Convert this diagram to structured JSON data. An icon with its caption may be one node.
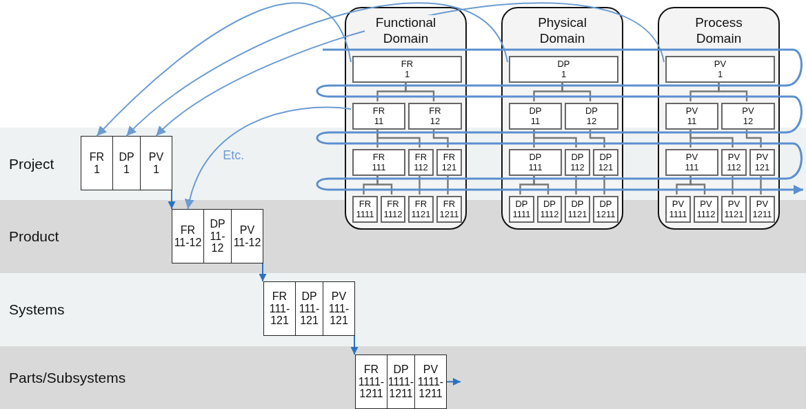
{
  "diagram": {
    "nodes": [
      {
        "text": [
          "Functional Domain"
        ]
      },
      {
        "text": [
          "FR",
          "1"
        ],
        "in": 0
      },
      {
        "text": [
          "FR",
          "11"
        ],
        "in": 0
      },
      {
        "text": [
          "FR",
          "12"
        ],
        "in": 0
      },
      {
        "text": [
          "FR",
          "111"
        ],
        "in": 0
      },
      {
        "text": [
          "FR",
          "112"
        ],
        "in": 0
      },
      {
        "text": [
          "FR",
          "121"
        ],
        "in": 0
      },
      {
        "text": [
          "FR",
          "1111"
        ],
        "in": 0
      },
      {
        "text": [
          "FR",
          "1112"
        ],
        "in": 0
      },
      {
        "text": [
          "FR",
          "1121"
        ],
        "in": 0
      },
      {
        "text": [
          "FR",
          "1211"
        ],
        "in": 0
      },
      {
        "text": [
          "Physical Domain"
        ]
      },
      {
        "text": [
          "DP",
          "1"
        ],
        "in": 11
      },
      {
        "text": [
          "DP",
          "11"
        ],
        "in": 11
      },
      {
        "text": [
          "DP",
          "12"
        ],
        "in": 11
      },
      {
        "text": [
          "DP",
          "111"
        ],
        "in": 11
      },
      {
        "text": [
          "DP",
          "112"
        ],
        "in": 11
      },
      {
        "text": [
          "DP",
          "121"
        ],
        "in": 11
      },
      {
        "text": [
          "DP",
          "1111"
        ],
        "in": 11
      },
      {
        "text": [
          "DP",
          "1112"
        ],
        "in": 11
      },
      {
        "text": [
          "DP",
          "1121"
        ],
        "in": 11
      },
      {
        "text": [
          "DP",
          "1211"
        ],
        "in": 11
      },
      {
        "text": [
          "Process Domain"
        ]
      },
      {
        "text": [
          "PV",
          "1"
        ],
        "in": 22
      },
      {
        "text": [
          "PV",
          "11"
        ],
        "in": 22
      },
      {
        "text": [
          "PV",
          "12"
        ],
        "in": 22
      },
      {
        "text": [
          "PV",
          "111"
        ],
        "in": 22
      },
      {
        "text": [
          "PV",
          "112"
        ],
        "in": 22
      },
      {
        "text": [
          "PV",
          "121"
        ],
        "in": 22
      },
      {
        "text": [
          "PV",
          "1111"
        ],
        "in": 22
      },
      {
        "text": [
          "PV",
          "1112"
        ],
        "in": 22
      },
      {
        "text": [
          "PV",
          "1121"
        ],
        "in": 22
      },
      {
        "text": [
          "PV",
          "1211"
        ],
        "in": 22
      },
      {
        "text": [
          "Project"
        ]
      },
      {
        "text": [
          "FR",
          "1"
        ],
        "in": 33
      },
      {
        "text": [
          "DP",
          "1"
        ],
        "in": 33
      },
      {
        "text": [
          "PV",
          "1"
        ],
        "in": 33
      },
      {
        "text": [
          "Product"
        ]
      },
      {
        "text": [
          "FR",
          "11-12"
        ],
        "in": 37
      },
      {
        "text": [
          "DP",
          "11-12"
        ],
        "in": 37
      },
      {
        "text": [
          "PV",
          "11-12"
        ],
        "in": 37
      },
      {
        "text": [
          "Systems"
        ]
      },
      {
        "text": [
          "FR",
          "111-121"
        ],
        "in": 41
      },
      {
        "text": [
          "DP",
          "111-121"
        ],
        "in": 41
      },
      {
        "text": [
          "PV",
          "111-121"
        ],
        "in": 41
      },
      {
        "text": [
          "Parts/Subsystems"
        ]
      },
      {
        "text": [
          "FR",
          "1111-1211"
        ],
        "in": 45
      },
      {
        "text": [
          "DP",
          "1111-1211"
        ],
        "in": 45
      },
      {
        "text": [
          "PV",
          "1111-1211"
        ],
        "in": 45
      }
    ],
    "edges": [
      {
        "from": 1,
        "to": 2,
        "arrow": "none"
      },
      {
        "from": 1,
        "to": 3,
        "arrow": "none"
      },
      {
        "from": 2,
        "to": 4,
        "arrow": "none"
      },
      {
        "from": 2,
        "to": 5,
        "arrow": "none"
      },
      {
        "from": 3,
        "to": 6,
        "arrow": "none"
      },
      {
        "from": 4,
        "to": 7,
        "arrow": "none"
      },
      {
        "from": 4,
        "to": 8,
        "arrow": "none"
      },
      {
        "from": 5,
        "to": 9,
        "arrow": "none"
      },
      {
        "from": 6,
        "to": 10,
        "arrow": "none"
      },
      {
        "from": 12,
        "to": 13,
        "arrow": "none"
      },
      {
        "from": 12,
        "to": 14,
        "arrow": "none"
      },
      {
        "from": 13,
        "to": 15,
        "arrow": "none"
      },
      {
        "from": 13,
        "to": 16,
        "arrow": "none"
      },
      {
        "from": 14,
        "to": 17,
        "arrow": "none"
      },
      {
        "from": 15,
        "to": 18,
        "arrow": "none"
      },
      {
        "from": 15,
        "to": 19,
        "arrow": "none"
      },
      {
        "from": 16,
        "to": 20,
        "arrow": "none"
      },
      {
        "from": 17,
        "to": 21,
        "arrow": "none"
      },
      {
        "from": 23,
        "to": 24,
        "arrow": "none"
      },
      {
        "from": 23,
        "to": 25,
        "arrow": "none"
      },
      {
        "from": 24,
        "to": 26,
        "arrow": "none"
      },
      {
        "from": 24,
        "to": 27,
        "arrow": "none"
      },
      {
        "from": 25,
        "to": 28,
        "arrow": "none"
      },
      {
        "from": 26,
        "to": 29,
        "arrow": "none"
      },
      {
        "from": 26,
        "to": 30,
        "arrow": "none"
      },
      {
        "from": 27,
        "to": 31,
        "arrow": "none"
      },
      {
        "from": 28,
        "to": 32,
        "arrow": "none"
      },
      {
        "from": 1,
        "to": 34,
        "arrow": "to",
        "color": "#6b9bd2"
      },
      {
        "from": 12,
        "to": 35,
        "arrow": "to",
        "color": "#6b9bd2"
      },
      {
        "from": 23,
        "to": 36,
        "arrow": "to",
        "color": "#6b9bd2"
      },
      {
        "from": 2,
        "to": 38,
        "arrow": "to",
        "label": "Etc.",
        "color": "#6b9bd2"
      },
      {
        "from": 36,
        "to": 38,
        "arrow": "to",
        "color": "#2a72c0"
      },
      {
        "from": 40,
        "to": 42,
        "arrow": "to",
        "color": "#2a72c0"
      },
      {
        "from": 44,
        "to": 46,
        "arrow": "to",
        "color": "#2a72c0"
      },
      {
        "from": 48,
        "to": null,
        "arrow": "to",
        "color": "#2a72c0"
      }
    ]
  }
}
